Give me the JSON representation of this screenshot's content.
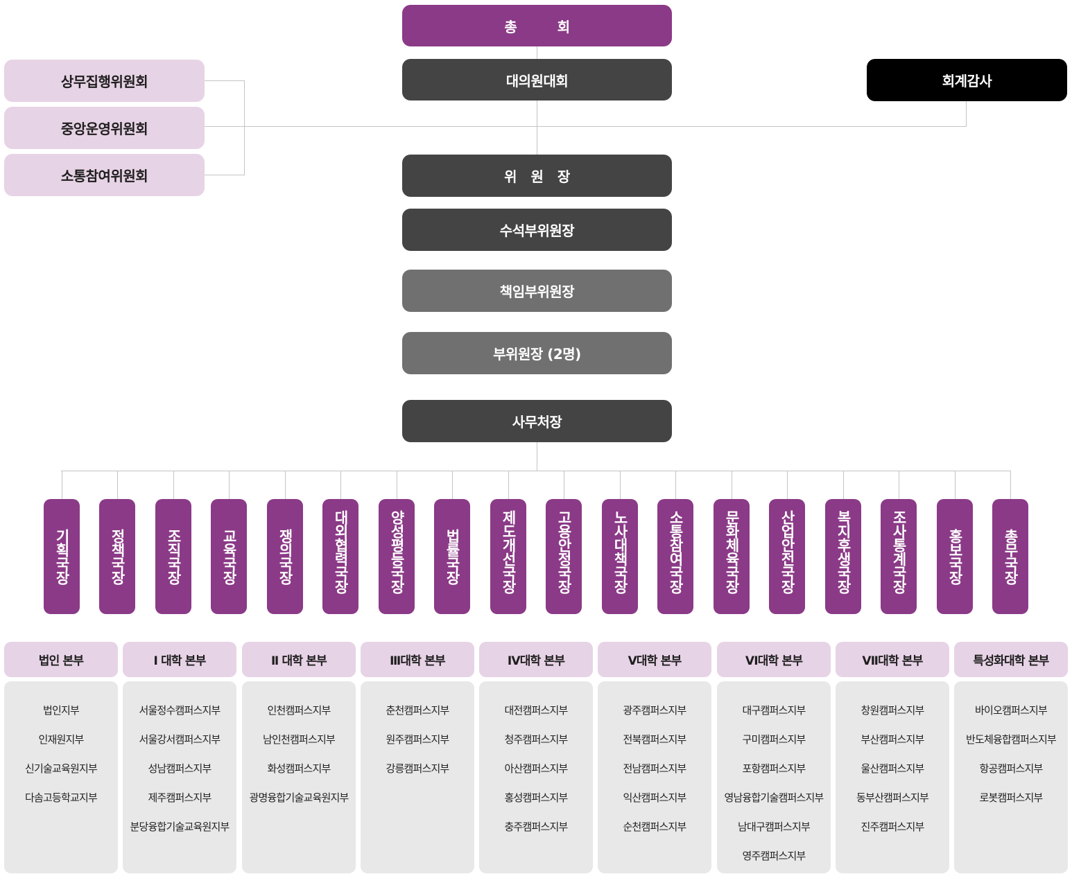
{
  "top": {
    "general_assembly": "총 회",
    "delegates_meeting": "대의원대회",
    "audit": "회계감사"
  },
  "committees": [
    "상무집행위원회",
    "중앙운영위원회",
    "소통참여위원회"
  ],
  "leadership": {
    "chair": "위 원 장",
    "senior_vice": "수석부위원장",
    "executive_vice": "책임부위원장",
    "vice": "부위원장 (2명)",
    "secretary_general": "사무처장"
  },
  "departments": [
    "기획국장",
    "정책국장",
    "조직국장",
    "교육국장",
    "쟁의국장",
    "대외협력국장",
    "양성평등국장",
    "법률국장",
    "제도개선국장",
    "고용안정국장",
    "노사대책국장",
    "소통참여국장",
    "문화체육국장",
    "산업안전국장",
    "복지후생국장",
    "조사통계국장",
    "홍보국장",
    "총무국장"
  ],
  "headquarters": [
    {
      "name": "법인 본부",
      "branches": [
        "법인지부",
        "인재원지부",
        "신기술교육원지부",
        "다솜고등학교지부"
      ]
    },
    {
      "name": "Ⅰ 대학 본부",
      "branches": [
        "서울정수캠퍼스지부",
        "서울강서캠퍼스지부",
        "성남캠퍼스지부",
        "제주캠퍼스지부",
        "분당융합기술교육원지부"
      ]
    },
    {
      "name": "Ⅱ 대학 본부",
      "branches": [
        "인천캠퍼스지부",
        "남인천캠퍼스지부",
        "화성캠퍼스지부",
        "광명융합기술교육원지부"
      ]
    },
    {
      "name": "Ⅲ대학 본부",
      "branches": [
        "춘천캠퍼스지부",
        "원주캠퍼스지부",
        "강릉캠퍼스지부"
      ]
    },
    {
      "name": "Ⅳ대학 본부",
      "branches": [
        "대전캠퍼스지부",
        "청주캠퍼스지부",
        "아산캠퍼스지부",
        "홍성캠퍼스지부",
        "충주캠퍼스지부"
      ]
    },
    {
      "name": "Ⅴ대학 본부",
      "branches": [
        "광주캠퍼스지부",
        "전북캠퍼스지부",
        "전남캠퍼스지부",
        "익산캠퍼스지부",
        "순천캠퍼스지부"
      ]
    },
    {
      "name": "Ⅵ대학 본부",
      "branches": [
        "대구캠퍼스지부",
        "구미캠퍼스지부",
        "포항캠퍼스지부",
        "영남융합기술캠퍼스지부",
        "남대구캠퍼스지부",
        "영주캠퍼스지부"
      ]
    },
    {
      "name": "Ⅶ대학 본부",
      "branches": [
        "창원캠퍼스지부",
        "부산캠퍼스지부",
        "울산캠퍼스지부",
        "동부산캠퍼스지부",
        "진주캠퍼스지부"
      ]
    },
    {
      "name": "특성화대학 본부",
      "branches": [
        "바이오캠퍼스지부",
        "반도체융합캠퍼스지부",
        "항공캠퍼스지부",
        "로봇캠퍼스지부"
      ]
    }
  ],
  "colors": {
    "purple": "#8b3a87",
    "pink": "#e7d3e6",
    "dark": "#444444",
    "gray": "#707070",
    "black": "#000000",
    "line": "#c4c4c4"
  }
}
